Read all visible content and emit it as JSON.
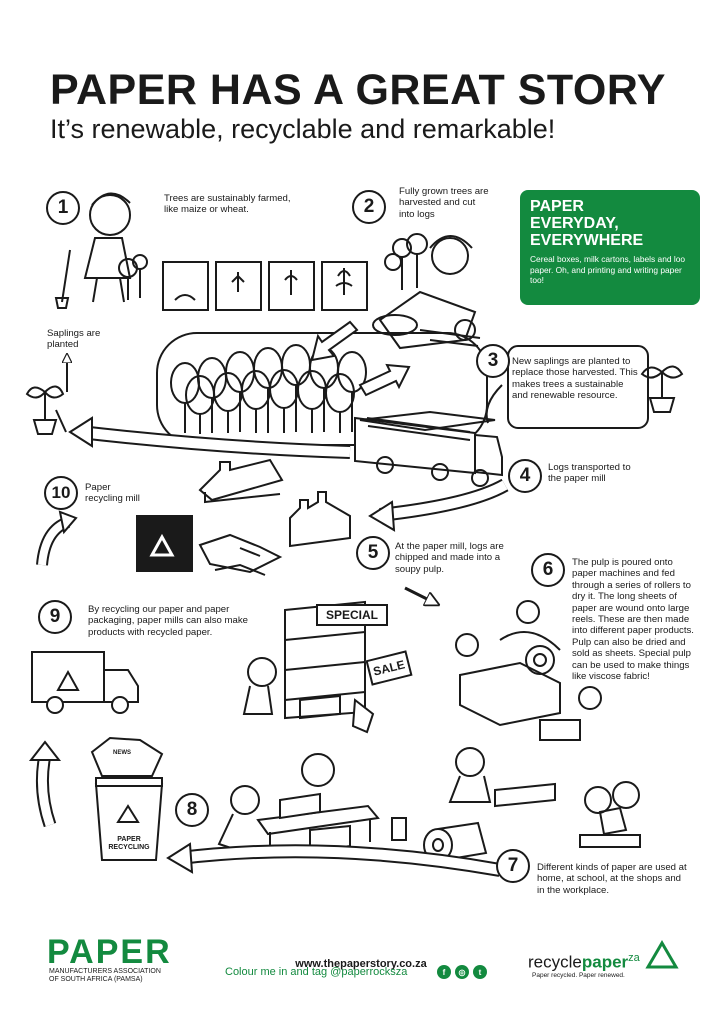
{
  "header": {
    "title": "PAPER HAS A GREAT STORY",
    "subtitle": "It’s renewable, recyclable and remarkable!"
  },
  "steps": [
    {
      "number": "1",
      "text": "Trees are sustainably farmed, like maize or wheat."
    },
    {
      "number": "2",
      "text": "Fully grown trees are harvested and cut into logs"
    },
    {
      "number": "3",
      "text": "New saplings are planted to replace those harvested. This makes trees a sustainable and renewable resource."
    },
    {
      "number": "4",
      "text": "Logs transported to the paper mill"
    },
    {
      "number": "5",
      "text": "At the paper mill, logs are chipped and made into a soupy pulp."
    },
    {
      "number": "6",
      "text": "The pulp is poured onto paper machines and fed through a series of rollers to dry it. The long sheets of paper are wound onto large reels. These are then made into different paper products. Pulp can also be dried and sold as sheets. Special pulp can be used to make things like viscose fabric!"
    },
    {
      "number": "7",
      "text": "Different kinds of paper are used at home, at school, at the shops and in the workplace."
    },
    {
      "number": "8",
      "text": ""
    },
    {
      "number": "9",
      "text": "By recycling our paper and paper packaging, paper mills can also make products with recycled paper."
    },
    {
      "number": "10",
      "text": "Paper recycling mill"
    }
  ],
  "saplings_label": "Saplings are planted",
  "green_box": {
    "title": "PAPER\nEVERYDAY,\nEVERYWHERE",
    "text": "Cereal boxes, milk cartons, labels and loo paper. Oh, and printing and writing paper too!"
  },
  "signs": {
    "special": "SPECIAL",
    "sale": "SALE",
    "news": "NEWS",
    "bin": "PAPER\nRECYCLING"
  },
  "footer": {
    "url": "www.thepaperstory.co.za",
    "tagline": "Colour me in and tag @paperrocksza",
    "pamsa_logo": "PAPER",
    "pamsa_name": "MANUFACTURERS ASSOCIATION\nOF SOUTH AFRICA (PAMSA)",
    "recycle_logo_a": "recycle",
    "recycle_logo_b": "paper",
    "recycle_logo_c": "za",
    "recycle_tagline": "Paper recycled. Paper renewed.",
    "social": [
      "f",
      "◎",
      "t"
    ]
  },
  "colors": {
    "green": "#138a3f",
    "ink": "#1a1a1a"
  }
}
